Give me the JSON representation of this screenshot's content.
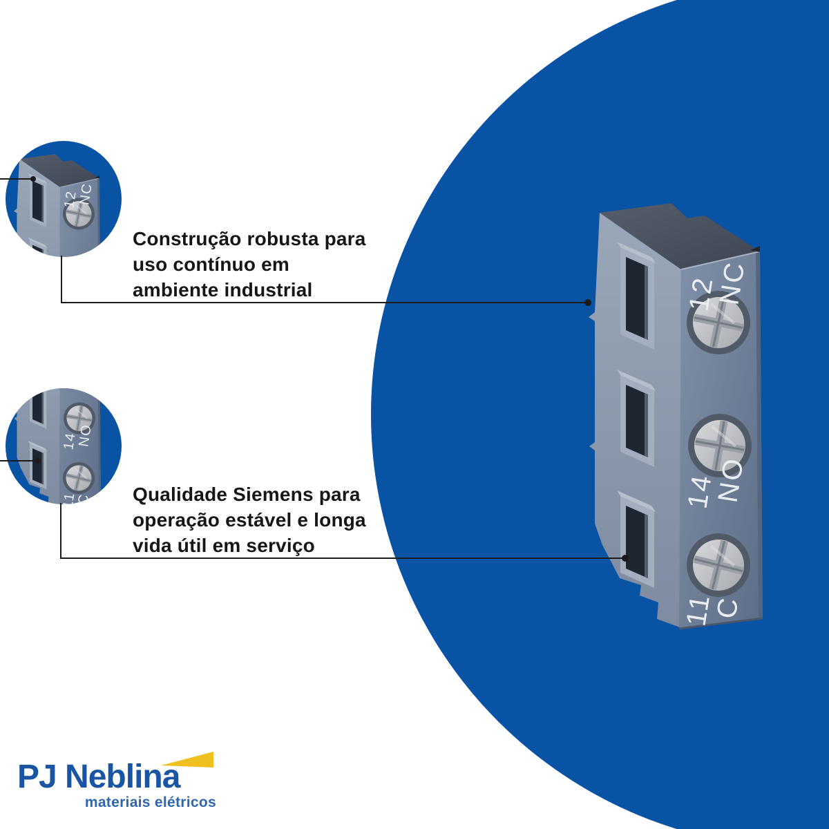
{
  "hero": {
    "feature_1": "Construção robusta para\nuso contínuo em\nambiente industrial",
    "feature_2": "Qualidade Siemens para\noperação estável e longa\nvida útil em serviço"
  },
  "product": {
    "terminals": [
      {
        "circuit": "12",
        "contact": "NC"
      },
      {
        "circuit": "14",
        "contact": "NO"
      },
      {
        "circuit": "11",
        "contact": "C"
      }
    ]
  },
  "logo": {
    "wordmark": "PJ Neblina",
    "tagline": "materiais elétricos"
  },
  "colors": {
    "accent_blue": "#0853A4",
    "text_dark": "#161616",
    "line_dark": "#1B1B1B",
    "product_front_light": "#8090A8",
    "product_front_dark": "#5E6E88",
    "product_side_light": "#9AA7B8",
    "product_side_dark": "#7E8BA0",
    "product_top_light": "#565E6C",
    "product_top_dark": "#3F4652",
    "slot_opening": "#1E2631",
    "screw_light": "#D8D9DB",
    "screw_dark": "#A6A9AE",
    "terminal_text": "#EAEEF3",
    "logo_blue": "#1A55A3",
    "logo_tagline_blue": "#2E67B1",
    "logo_yellow": "#F0C020"
  }
}
